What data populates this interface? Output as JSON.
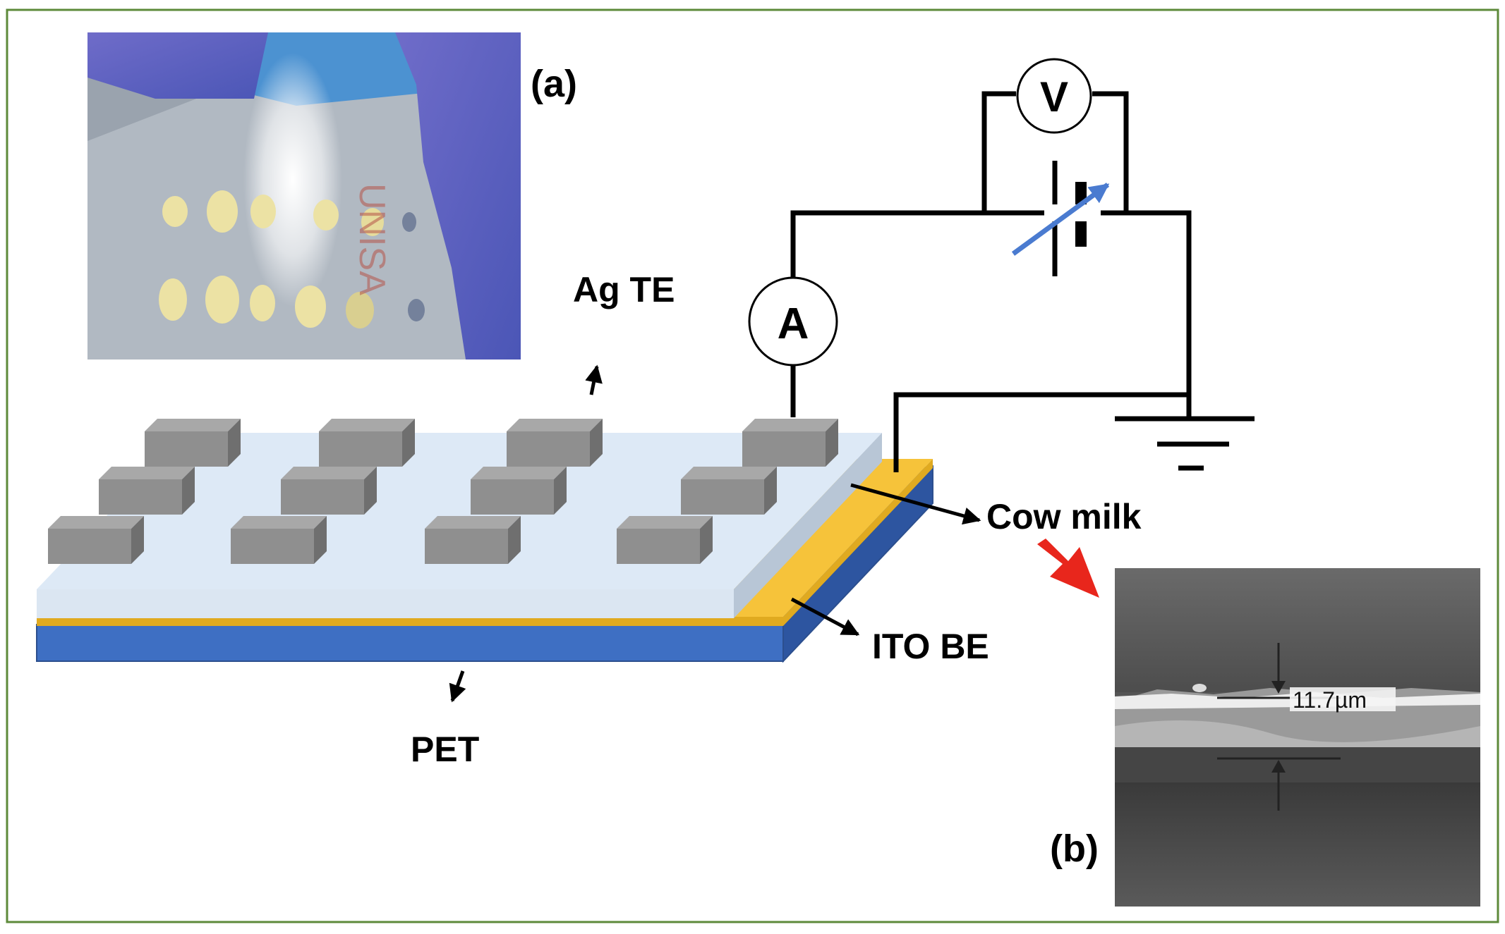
{
  "panel_labels": {
    "a": "(a)",
    "b": "(b)"
  },
  "layer_labels": {
    "top_electrode": "Ag TE",
    "active_layer": "Cow milk",
    "bottom_electrode": "ITO BE",
    "substrate": "PET"
  },
  "meters": {
    "voltmeter": "V",
    "ammeter": "A"
  },
  "sem": {
    "thickness": "11.7µm"
  },
  "colors": {
    "frame": "#5d8a3a",
    "milk_layer": "#dde9f6",
    "ito_layer": "#f6c33a",
    "pet_layer": "#3e6fc3",
    "electrode": "#8f8f8f",
    "pointer_arrow": "#e8261c",
    "sweep_arrow": "#4a7bd0"
  }
}
